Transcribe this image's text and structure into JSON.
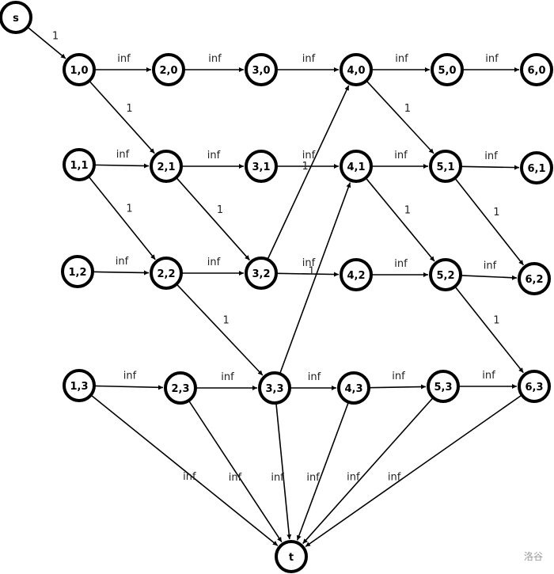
{
  "nodes": [
    {
      "id": "s",
      "label": "s"
    },
    {
      "id": "1,0",
      "label": "1,0"
    },
    {
      "id": "2,0",
      "label": "2,0"
    },
    {
      "id": "3,0",
      "label": "3,0"
    },
    {
      "id": "4,0",
      "label": "4,0"
    },
    {
      "id": "5,0",
      "label": "5,0"
    },
    {
      "id": "6,0",
      "label": "6,0"
    },
    {
      "id": "1,1",
      "label": "1,1"
    },
    {
      "id": "2,1",
      "label": "2,1"
    },
    {
      "id": "3,1",
      "label": "3,1"
    },
    {
      "id": "4,1",
      "label": "4,1"
    },
    {
      "id": "5,1",
      "label": "5,1"
    },
    {
      "id": "6,1",
      "label": "6,1"
    },
    {
      "id": "1,2",
      "label": "1,2"
    },
    {
      "id": "2,2",
      "label": "2,2"
    },
    {
      "id": "3,2",
      "label": "3,2"
    },
    {
      "id": "4,2",
      "label": "4,2"
    },
    {
      "id": "5,2",
      "label": "5,2"
    },
    {
      "id": "6,2",
      "label": "6,2"
    },
    {
      "id": "1,3",
      "label": "1,3"
    },
    {
      "id": "2,3",
      "label": "2,3"
    },
    {
      "id": "3,3",
      "label": "3,3"
    },
    {
      "id": "4,3",
      "label": "4,3"
    },
    {
      "id": "5,3",
      "label": "5,3"
    },
    {
      "id": "6,3",
      "label": "6,3"
    },
    {
      "id": "t",
      "label": "t"
    }
  ],
  "edges": [
    {
      "from": "s",
      "to": "1,0",
      "label": "1"
    },
    {
      "from": "1,0",
      "to": "2,0",
      "label": "inf"
    },
    {
      "from": "2,0",
      "to": "3,0",
      "label": "inf"
    },
    {
      "from": "3,0",
      "to": "4,0",
      "label": "inf"
    },
    {
      "from": "4,0",
      "to": "5,0",
      "label": "inf"
    },
    {
      "from": "5,0",
      "to": "6,0",
      "label": "inf"
    },
    {
      "from": "1,0",
      "to": "2,1",
      "label": "1"
    },
    {
      "from": "1,1",
      "to": "2,1",
      "label": "inf"
    },
    {
      "from": "2,1",
      "to": "3,1",
      "label": "inf"
    },
    {
      "from": "3,1",
      "to": "4,1",
      "label": "inf"
    },
    {
      "from": "4,1",
      "to": "5,1",
      "label": "inf"
    },
    {
      "from": "5,1",
      "to": "6,1",
      "label": "inf"
    },
    {
      "from": "4,0",
      "to": "5,1",
      "label": "1"
    },
    {
      "from": "1,1",
      "to": "2,2",
      "label": "1"
    },
    {
      "from": "2,1",
      "to": "3,2",
      "label": "1"
    },
    {
      "from": "3,2",
      "to": "4,0",
      "label": "1"
    },
    {
      "from": "4,1",
      "to": "5,2",
      "label": "1"
    },
    {
      "from": "5,1",
      "to": "6,2",
      "label": "1"
    },
    {
      "from": "1,2",
      "to": "2,2",
      "label": "inf"
    },
    {
      "from": "2,2",
      "to": "3,2",
      "label": "inf"
    },
    {
      "from": "3,2",
      "to": "4,2",
      "label": "inf"
    },
    {
      "from": "4,2",
      "to": "5,2",
      "label": "inf"
    },
    {
      "from": "5,2",
      "to": "6,2",
      "label": "inf"
    },
    {
      "from": "2,2",
      "to": "3,3",
      "label": "1"
    },
    {
      "from": "3,3",
      "to": "4,1",
      "label": "1"
    },
    {
      "from": "5,2",
      "to": "6,3",
      "label": "1"
    },
    {
      "from": "1,3",
      "to": "2,3",
      "label": "inf"
    },
    {
      "from": "2,3",
      "to": "3,3",
      "label": "inf"
    },
    {
      "from": "3,3",
      "to": "4,3",
      "label": "inf"
    },
    {
      "from": "4,3",
      "to": "5,3",
      "label": "inf"
    },
    {
      "from": "5,3",
      "to": "6,3",
      "label": "inf"
    },
    {
      "from": "1,3",
      "to": "t",
      "label": "inf"
    },
    {
      "from": "2,3",
      "to": "t",
      "label": "inf"
    },
    {
      "from": "3,3",
      "to": "t",
      "label": "inf"
    },
    {
      "from": "4,3",
      "to": "t",
      "label": "inf"
    },
    {
      "from": "5,3",
      "to": "t",
      "label": "inf"
    },
    {
      "from": "6,3",
      "to": "t",
      "label": "inf"
    }
  ],
  "watermark": "洛谷"
}
